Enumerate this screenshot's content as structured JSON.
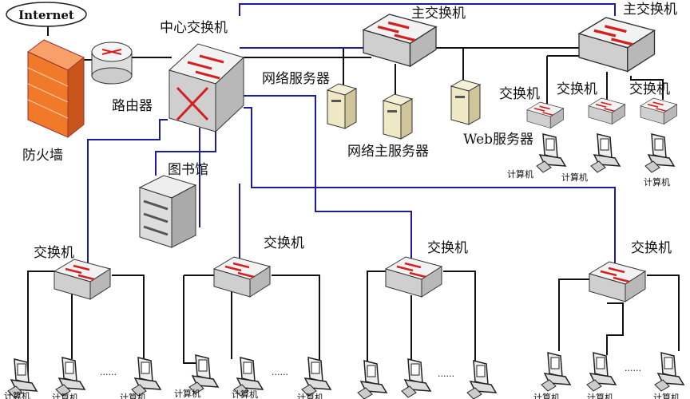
{
  "labels": {
    "internet": "Internet",
    "firewall": "防火墙",
    "router": "路由器",
    "core_switch": "中心交换机",
    "main_switch": "主交换机",
    "network_server": "网络服务器",
    "main_server": "网络主服务器",
    "web_server": "Web服务器",
    "library": "图书馆",
    "switch": "交换机",
    "computer": "计算机",
    "ellipsis": "......"
  },
  "colors": {
    "link_blue": "#1c1c9c",
    "link_black": "#111111",
    "arrow_red": "#d42020",
    "firewall": "#f07a2a"
  }
}
